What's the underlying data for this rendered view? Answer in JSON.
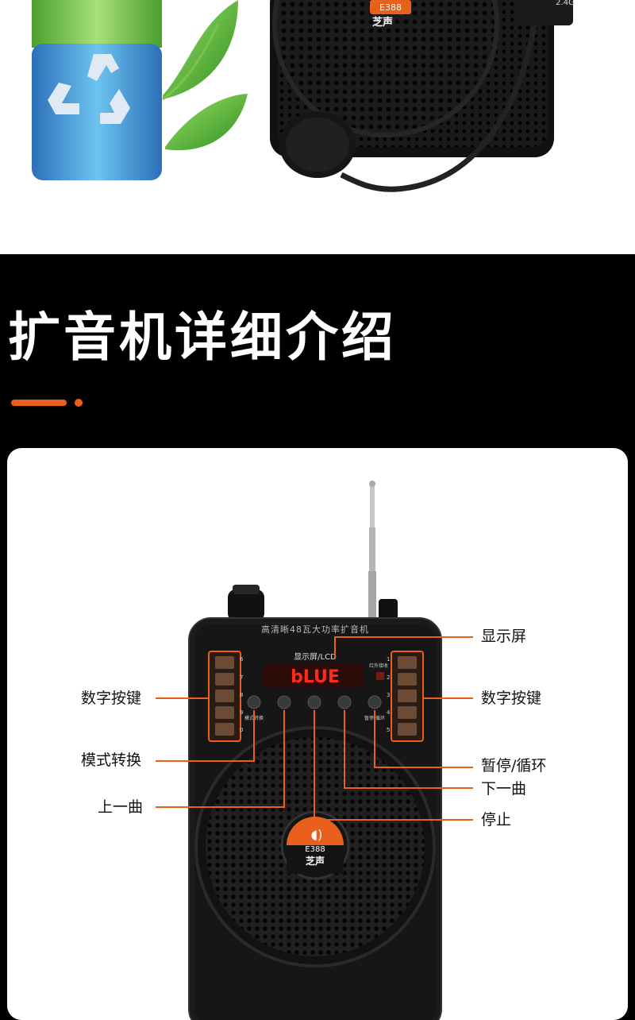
{
  "top": {
    "device_badge": "E388",
    "device_brand": "芝声",
    "mic_tag": "2.4G"
  },
  "section": {
    "title": "扩音机详细介绍"
  },
  "device": {
    "top_label": "高清晰48瓦大功率扩音机",
    "screen_label": "显示屏/LCD",
    "display_text": "bLUE",
    "ir_label": "红外接收",
    "btn_mode": "模式转换",
    "btn_prev": "上一曲",
    "btn_stop": "停止",
    "btn_next": "下一曲",
    "btn_pause": "暂停/循环",
    "numbers_right": [
      "1",
      "2",
      "3",
      "4",
      "5"
    ],
    "numbers_left": [
      "6",
      "7",
      "8",
      "9",
      "0"
    ],
    "badge_model": "E388",
    "badge_brand": "芝声"
  },
  "callouts": {
    "display": "显示屏",
    "num_left": "数字按键",
    "num_right": "数字按键",
    "mode": "模式转换",
    "prev": "上一曲",
    "pause": "暂停/循环",
    "next": "下一曲",
    "stop": "停止"
  },
  "colors": {
    "accent": "#e8601c",
    "led": "#ff2a1a",
    "device_body": "#1b1b1b"
  }
}
